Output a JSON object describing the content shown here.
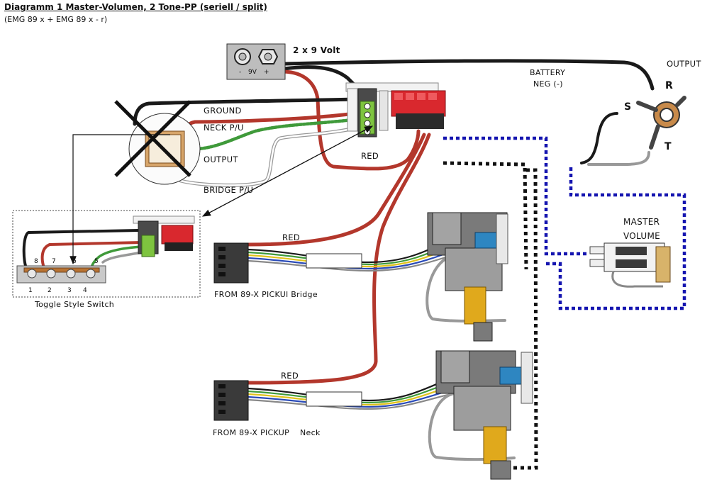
{
  "header": {
    "title": "Diagramm 1 Master-Volumen, 2 Tone-PP (seriell / split)",
    "subtitle": "(EMG 89 x + EMG 89 x - r)"
  },
  "battery": {
    "label": "2 x 9 Volt",
    "terminal_neg": "-",
    "terminal_9v": "9V",
    "terminal_pos": "+"
  },
  "labels": {
    "output_top": "OUTPUT",
    "battery_neg_line1": "BATTERY",
    "battery_neg_line2": "NEG (-)",
    "ground": "GROUND",
    "neck_pu": "NECK P/U",
    "output": "OUTPUT",
    "bridge_pu": "BRIDGE P/U",
    "red_main": "RED",
    "red_bridge": "RED",
    "red_neck": "RED",
    "master_volume_line1": "MASTER",
    "master_volume_line2": "VOLUME",
    "toggle_caption": "Toggle Style Switch",
    "from_bridge": "FROM 89-X PICKUl Bridge",
    "from_neck": "FROM 89-X PICKUP",
    "neck_suffix": "Neck"
  },
  "jack_letters": {
    "s": "S",
    "r": "R",
    "t": "T"
  },
  "switch_pins": {
    "bottom": [
      "1",
      "2",
      "3",
      "4"
    ],
    "top": [
      "8",
      "7",
      "6",
      "5"
    ]
  },
  "colors": {
    "red_wire": "#b3372c",
    "black_wire": "#1a1a1a",
    "green_wire": "#3f9a3a",
    "blue_dotted": "#1515b0",
    "pot_shaft": "#e0a91c",
    "connector_red": "#d9282e"
  }
}
